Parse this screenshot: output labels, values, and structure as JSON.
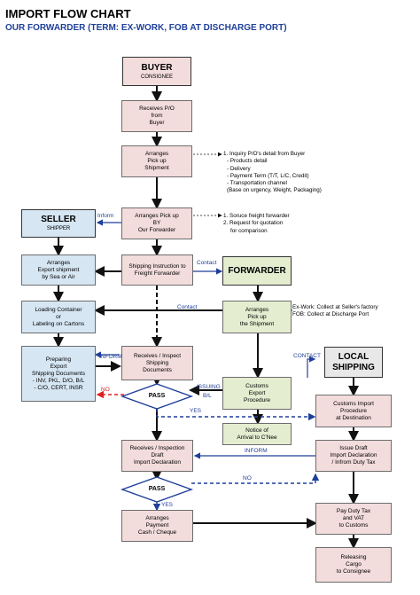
{
  "title": "IMPORT FLOW CHART",
  "subtitle": "OUR FORWARDER (TERM: EX-WORK, FOB AT DISCHARGE PORT)",
  "boxes": {
    "buyer": {
      "label": "BUYER",
      "sub": "CONSIGNEE"
    },
    "receives_po": {
      "lines": [
        "Receives P/O",
        "from",
        "Buyer"
      ]
    },
    "arranges_pickup_shipment": {
      "lines": [
        "Arranges",
        "Pick up",
        "Shipment"
      ]
    },
    "seller": {
      "label": "SELLER",
      "sub": "SHIPPER"
    },
    "arranges_pickup_forwarder": {
      "lines": [
        "Arranges Pick up",
        "BY",
        "Our Forwarder"
      ]
    },
    "arranges_export": {
      "lines": [
        "Arranges",
        "Export shipment",
        "by Sea or Air"
      ]
    },
    "shipping_instruction": {
      "lines": [
        "Shipping Instruction to",
        "Freight Forwarder"
      ]
    },
    "forwarder": {
      "label": "FORWARDER"
    },
    "loading_container": {
      "lines": [
        "Loading Container",
        "or",
        "Labeling on Cartons"
      ]
    },
    "fwd_arranges_pickup": {
      "lines": [
        "Arranges",
        "Pick up",
        "the Shipment"
      ]
    },
    "preparing_docs": {
      "lines": [
        "Preparing",
        "Export",
        "Shipping Documents",
        "- INV, PKL, D/O, B/L",
        "- C/O, CERT, INSR"
      ]
    },
    "receives_inspect": {
      "lines": [
        "Receives / Inspect",
        "Shipping",
        "Documents"
      ]
    },
    "local_shipping": {
      "label": "LOCAL\nSHIPPING"
    },
    "customs_export": {
      "lines": [
        "Customs",
        "Export",
        "Procedure"
      ]
    },
    "customs_import": {
      "lines": [
        "Customs Import",
        "Procedure",
        "at Destination"
      ]
    },
    "notice_arrival": {
      "lines": [
        "Notice of",
        "Arrival to C'Nee"
      ]
    },
    "receives_draft": {
      "lines": [
        "Receives / Inspection",
        "Draft",
        "Import Declaration"
      ]
    },
    "issue_draft": {
      "lines": [
        "Issue Draft",
        "Import Declaration",
        "/ Infrom Duty Tax"
      ]
    },
    "arranges_payment": {
      "lines": [
        "Arranges",
        "Payment",
        "Cash / Cheque"
      ]
    },
    "pay_duty": {
      "lines": [
        "Pay Duty Tax",
        "and VAT",
        "to Customs"
      ]
    },
    "releasing": {
      "lines": [
        "Releasing",
        "Cargo",
        "to Consignee"
      ]
    }
  },
  "diamonds": {
    "pass1": "PASS",
    "pass2": "PASS"
  },
  "notes": {
    "inquiry": [
      "1. Inquiry P/O's detail from Buyer",
      "- Products detail",
      "- Delivery",
      "- Payment Term (T/T, L/C, Credit)",
      "- Transportation channel",
      "(Base on urgency, Weight, Packaging)"
    ],
    "source": [
      "1. Soruce freight forwarder",
      "2. Request for quotation",
      "for comparison"
    ],
    "exwork": [
      "Ex-Work: Collect at Seller's factory",
      "FOB: Collect at Discharge Port"
    ]
  },
  "labels": {
    "inform1": "Inform",
    "contact1": "Contact",
    "contact2": "Contact",
    "inform2": "INFORM",
    "contact3": "CONTACT",
    "issuing": "ISSUING",
    "bl": "B/L",
    "no1": "NO",
    "yes1": "YES",
    "inform3": "INFORM",
    "no2": "NO",
    "yes2": "YES"
  }
}
